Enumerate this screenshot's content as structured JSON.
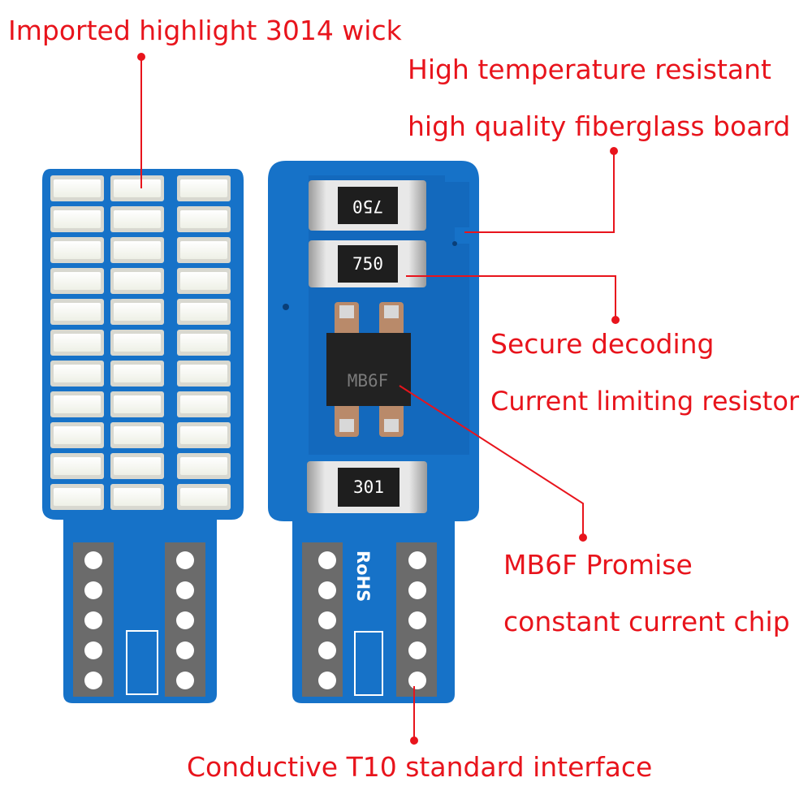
{
  "callouts": {
    "wick": "Imported highlight 3014 wick",
    "board_line1": "High temperature resistant",
    "board_line2": "high quality fiberglass board",
    "decoding_line1": "Secure decoding",
    "decoding_line2": "Current limiting resistor",
    "chip_line1": "MB6F Promise",
    "chip_line2": "constant current chip",
    "interface": "Conductive T10 standard interface"
  },
  "component_markings": {
    "resistor_top": "750",
    "resistor_middle": "750",
    "chip": "MB6F",
    "resistor_bottom": "301",
    "rohs": "RoHS"
  },
  "colors": {
    "callout_text": "#e8141c",
    "pcb_blue": "#1672c8",
    "pcb_blue_dark": "#0d5aa8",
    "led_white": "#fbfbf2",
    "led_frame": "#d8d8d0",
    "contact_grey": "#6b6b6b"
  }
}
